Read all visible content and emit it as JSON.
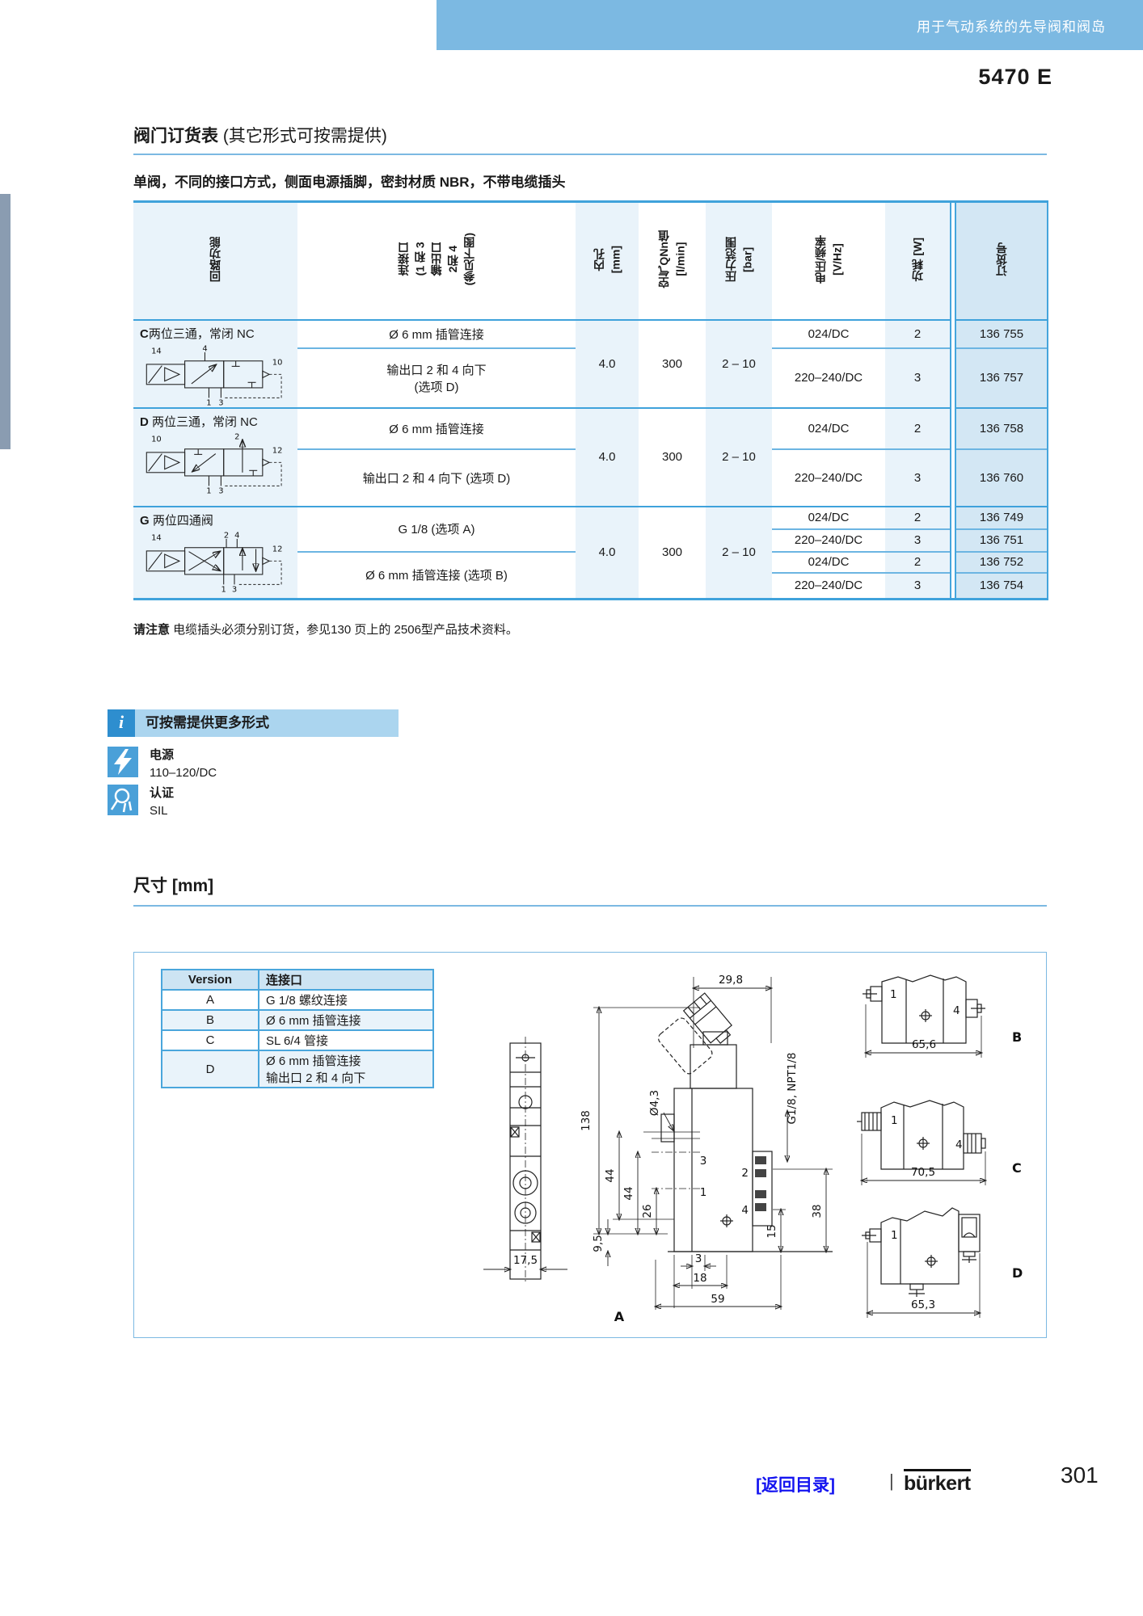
{
  "header": {
    "banner": "用于气动系统的先导阀和阀岛",
    "doc_code": "5470 E"
  },
  "ordering": {
    "title": "阀门订货表",
    "title_note": " (其它形式可按需提供)",
    "subtitle": "单阀，不同的接口方式，侧面电源插脚，密封材质 NBR，不带电缆插头",
    "columns": {
      "function": "回路功能",
      "connection": "连接口\n(1 和 3\n输出口\n2和 4\n(参见下图)",
      "bore": "内孔\n[mm]",
      "flow": "空气QNn值\n[l/min]",
      "pressure": "压力范围\n[bar]",
      "voltage": "电压/频率\n[V/Hz]",
      "power": "功耗 [W]",
      "order_no": "订货号"
    },
    "rows": [
      {
        "code": "C",
        "name": "两位三通，常闭 NC",
        "symbol": {
          "pilot": "14",
          "top1": "4",
          "right": "10",
          "bottom1": "1",
          "bottom2": "3"
        },
        "bore": "4.0",
        "flow": "300",
        "pressure": "2 – 10",
        "variants": [
          {
            "connection": "Ø 6 mm 插管连接",
            "entries": [
              {
                "voltage": "024/DC",
                "power": "2",
                "order_no": "136 755"
              }
            ]
          },
          {
            "connection": "输出口 2 和 4 向下\n(选项 D)",
            "entries": [
              {
                "voltage": "220–240/DC",
                "power": "3",
                "order_no": "136 757"
              }
            ]
          }
        ]
      },
      {
        "code": "D",
        "name": " 两位三通，常闭 NC",
        "symbol": {
          "pilot": "10",
          "top1": "2",
          "right": "12",
          "bottom1": "1",
          "bottom2": "3"
        },
        "bore": "4.0",
        "flow": "300",
        "pressure": "2 – 10",
        "variants": [
          {
            "connection": "Ø 6 mm 插管连接",
            "entries": [
              {
                "voltage": "024/DC",
                "power": "2",
                "order_no": "136 758"
              }
            ]
          },
          {
            "connection": "输出口 2 和 4 向下 (选项 D)",
            "entries": [
              {
                "voltage": "220–240/DC",
                "power": "3",
                "order_no": "136 760"
              }
            ]
          }
        ]
      },
      {
        "code": "G",
        "name": " 两位四通阀",
        "symbol": {
          "pilot": "14",
          "top1": "2",
          "top2": "4",
          "right": "12",
          "bottom1": "1",
          "bottom2": "3"
        },
        "bore": "4.0",
        "flow": "300",
        "pressure": "2 – 10",
        "variants": [
          {
            "connection": "G 1/8 (选项 A)",
            "entries": [
              {
                "voltage": "024/DC",
                "power": "2",
                "order_no": "136 749"
              },
              {
                "voltage": "220–240/DC",
                "power": "3",
                "order_no": "136 751"
              }
            ]
          },
          {
            "connection": "Ø 6 mm 插管连接 (选项 B)",
            "entries": [
              {
                "voltage": "024/DC",
                "power": "2",
                "order_no": "136 752"
              },
              {
                "voltage": "220–240/DC",
                "power": "3",
                "order_no": "136 754"
              }
            ]
          }
        ]
      }
    ]
  },
  "note": {
    "bold": "请注意",
    "text": " 电缆插头必须分别订货，参见130 页上的 2506型产品技术资料。"
  },
  "info": {
    "i": "i",
    "header": "可按需提供更多形式",
    "items": [
      {
        "title": "电源",
        "value": "110–120/DC"
      },
      {
        "title": "认证",
        "value": "SIL"
      }
    ]
  },
  "dimensions": {
    "title": "尺寸 [mm]",
    "version_table": {
      "col1": "Version",
      "col2": "连接口",
      "rows": [
        {
          "v": "A",
          "d": "G 1/8 螺纹连接"
        },
        {
          "v": "B",
          "d": "Ø 6 mm 插管连接"
        },
        {
          "v": "C",
          "d": "SL 6/4 管接"
        },
        {
          "v": "D",
          "d": "Ø 6 mm 插管连接\n输出口 2 和 4 向下"
        }
      ]
    },
    "drawing": {
      "label_a": "A",
      "front_width": "17,5",
      "offset_top": "29,8",
      "height": "138",
      "hole_dia": "Ø4,3",
      "dim_44a": "44",
      "dim_44b": "44",
      "dim_26": "26",
      "dim_95": "9,5",
      "thread": "G1/8, NPT1/8",
      "dim_38": "38",
      "dim_15": "15",
      "dim_3": "3",
      "dim_18": "18",
      "dim_59": "59",
      "port_1": "1",
      "port_2": "2",
      "port_3": "3",
      "port_4": "4",
      "views": [
        {
          "label": "B",
          "width": "65,6",
          "port_left": "1",
          "port_right": "4"
        },
        {
          "label": "C",
          "width": "70,5",
          "port_left": "1",
          "port_right": "4"
        },
        {
          "label": "D",
          "width": "65,3",
          "port_left": "1"
        }
      ]
    }
  },
  "footer": {
    "back_link": "[返回目录]",
    "sep": "|",
    "brand": "bürkert",
    "page": "301"
  }
}
